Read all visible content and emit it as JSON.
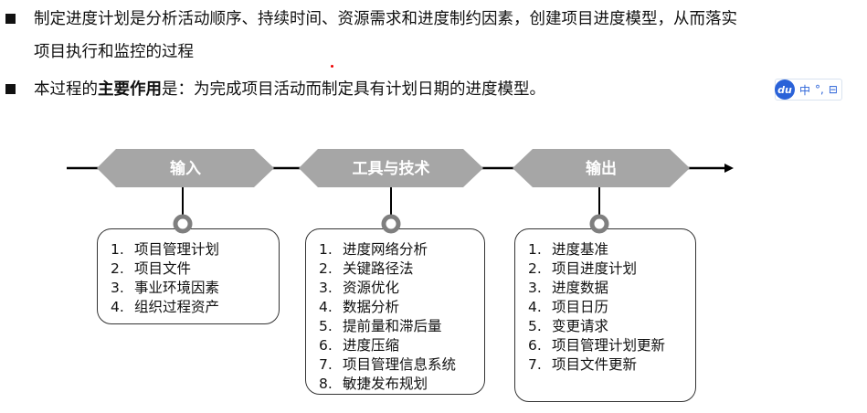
{
  "bullets": {
    "b1_line1": "制定进度计划是分析活动顺序、持续时间、资源需求和进度制约因素，创建项目进度模型，从而落实",
    "b1_line2": "项目执行和监控的过程",
    "b2_prefix": "本过程的",
    "b2_bold": "主要作用",
    "b2_suffix": "是：为完成项目活动而制定具有计划日期的进度模型。"
  },
  "ime": {
    "logo_text": "du",
    "items": [
      "中",
      "°,",
      "⊟"
    ]
  },
  "diagram": {
    "colors": {
      "hex_fill": "#a6a6a6",
      "line": "#000000",
      "connector": "#7f7f7f"
    },
    "stages": [
      {
        "label": "输入",
        "items": [
          {
            "num": "1.",
            "text": "项目管理计划"
          },
          {
            "num": "2.",
            "text": "项目文件"
          },
          {
            "num": "3.",
            "text": "事业环境因素"
          },
          {
            "num": "4.",
            "text": "组织过程资产"
          }
        ]
      },
      {
        "label": "工具与技术",
        "items": [
          {
            "num": "1.",
            "text": "进度网络分析"
          },
          {
            "num": "2.",
            "text": "关键路径法"
          },
          {
            "num": "3.",
            "text": "资源优化"
          },
          {
            "num": "4.",
            "text": "数据分析"
          },
          {
            "num": "5.",
            "text": "提前量和滞后量"
          },
          {
            "num": "6.",
            "text": "进度压缩"
          },
          {
            "num": "7.",
            "text": "项目管理信息系统"
          },
          {
            "num": "8.",
            "text": "敏捷发布规划"
          }
        ]
      },
      {
        "label": "输出",
        "items": [
          {
            "num": "1.",
            "text": "进度基准"
          },
          {
            "num": "2.",
            "text": "项目进度计划"
          },
          {
            "num": "3.",
            "text": "进度数据"
          },
          {
            "num": "4.",
            "text": "项目日历"
          },
          {
            "num": "5.",
            "text": "变更请求"
          },
          {
            "num": "6.",
            "text": "项目管理计划更新"
          },
          {
            "num": "7.",
            "text": "项目文件更新"
          }
        ]
      }
    ]
  }
}
